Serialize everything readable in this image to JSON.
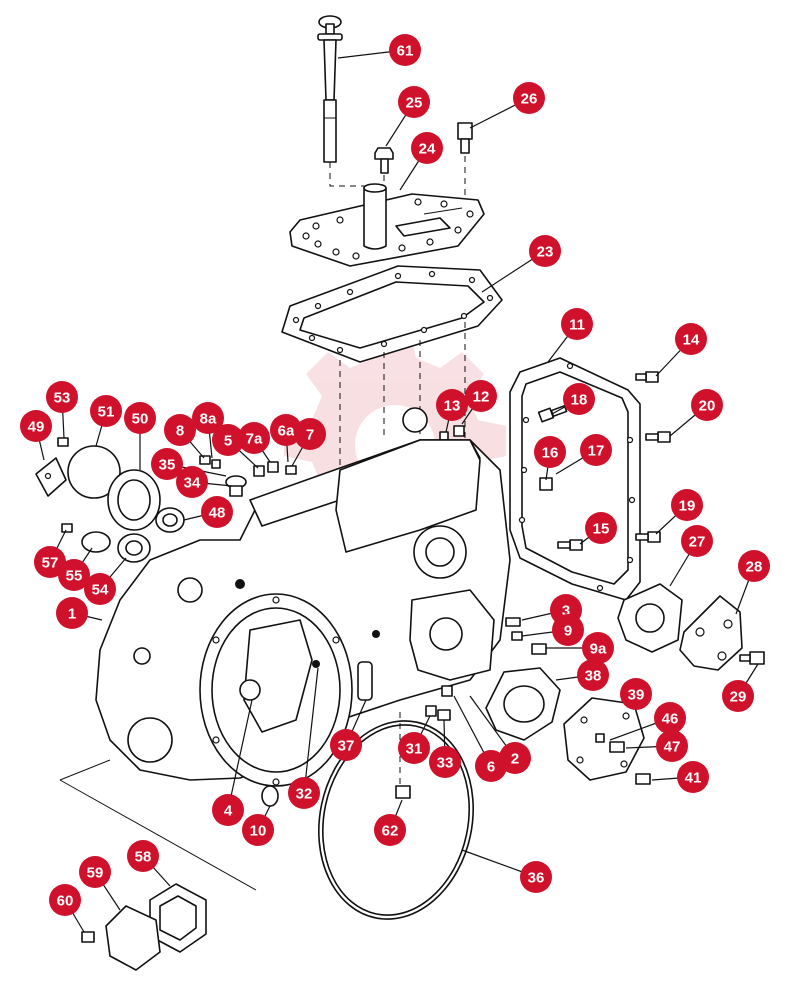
{
  "diagram": {
    "callouts": [
      {
        "label": "61"
      },
      {
        "label": "25"
      },
      {
        "label": "26"
      },
      {
        "label": "24"
      },
      {
        "label": "23"
      },
      {
        "label": "11"
      },
      {
        "label": "14"
      },
      {
        "label": "18"
      },
      {
        "label": "12"
      },
      {
        "label": "13"
      },
      {
        "label": "20"
      },
      {
        "label": "16"
      },
      {
        "label": "17"
      },
      {
        "label": "53"
      },
      {
        "label": "51"
      },
      {
        "label": "50"
      },
      {
        "label": "8a"
      },
      {
        "label": "49"
      },
      {
        "label": "8"
      },
      {
        "label": "5"
      },
      {
        "label": "7a"
      },
      {
        "label": "6a"
      },
      {
        "label": "7"
      },
      {
        "label": "35"
      },
      {
        "label": "34"
      },
      {
        "label": "48"
      },
      {
        "label": "15"
      },
      {
        "label": "19"
      },
      {
        "label": "27"
      },
      {
        "label": "28"
      },
      {
        "label": "57"
      },
      {
        "label": "55"
      },
      {
        "label": "54"
      },
      {
        "label": "1"
      },
      {
        "label": "3"
      },
      {
        "label": "9"
      },
      {
        "label": "9a"
      },
      {
        "label": "38"
      },
      {
        "label": "39"
      },
      {
        "label": "29"
      },
      {
        "label": "46"
      },
      {
        "label": "47"
      },
      {
        "label": "37"
      },
      {
        "label": "31"
      },
      {
        "label": "33"
      },
      {
        "label": "6"
      },
      {
        "label": "2"
      },
      {
        "label": "41"
      },
      {
        "label": "4"
      },
      {
        "label": "32"
      },
      {
        "label": "10"
      },
      {
        "label": "62"
      },
      {
        "label": "36"
      },
      {
        "label": "58"
      },
      {
        "label": "59"
      },
      {
        "label": "60"
      }
    ]
  }
}
